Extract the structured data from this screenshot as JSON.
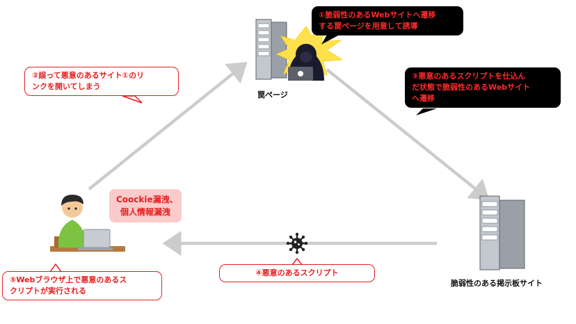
{
  "callouts": {
    "step1": [
      "①脆弱性のあるWebサイトへ遷移",
      "する罠ページを用意して誘導"
    ],
    "step2": [
      "②誤って悪意のあるサイト①のリ",
      "ンクを開いてしまう"
    ],
    "step3": [
      "③悪意のあるスクリプトを仕込ん",
      "だ状態で脆弱性のあるWebサイト",
      "へ遷移"
    ],
    "step4": "④悪意のあるスクリプト",
    "step5": [
      "⑤Webブラウザ上で悪意のあるス",
      "クリプトが実行される"
    ],
    "leak": [
      "Coockie漏洩、",
      "個人情報漏洩"
    ]
  },
  "labels": {
    "trap_page": "罠ページ",
    "vulnerable_site": "脆弱性のある掲示板サイト"
  },
  "colors": {
    "accent": "#e41e1e",
    "arrow": "#cccccc",
    "callout_black": "#000000",
    "leak_bg": "#fbcaca"
  },
  "icons": [
    "server-icon",
    "hacker-icon",
    "laptop-icon",
    "user-icon",
    "virus-icon"
  ]
}
